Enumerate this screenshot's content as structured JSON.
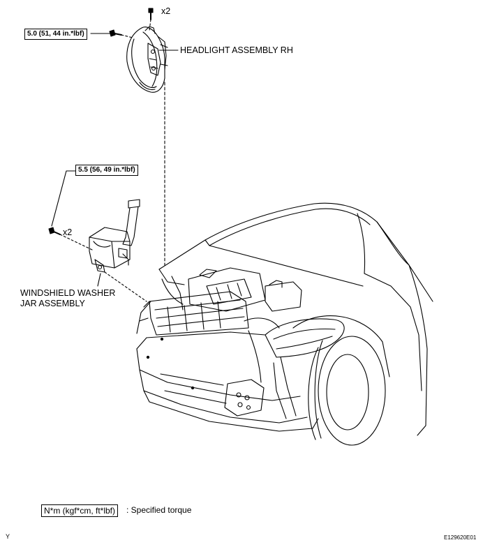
{
  "callouts": {
    "headlight_qty": "x2",
    "headlight_torque": "5.0 (51, 44 in.*lbf)",
    "headlight_label": "HEADLIGHT ASSEMBLY RH",
    "washer_qty": "x2",
    "washer_torque": "5.5 (56, 49 in.*lbf)",
    "washer_label_line1": "WINDSHIELD WASHER",
    "washer_label_line2": "JAR ASSEMBLY"
  },
  "legend": {
    "unit_box": "N*m (kgf*cm, ft*lbf)",
    "description": ": Specified torque"
  },
  "footer": {
    "left_code": "Y",
    "figure_code": "E129620E01"
  }
}
